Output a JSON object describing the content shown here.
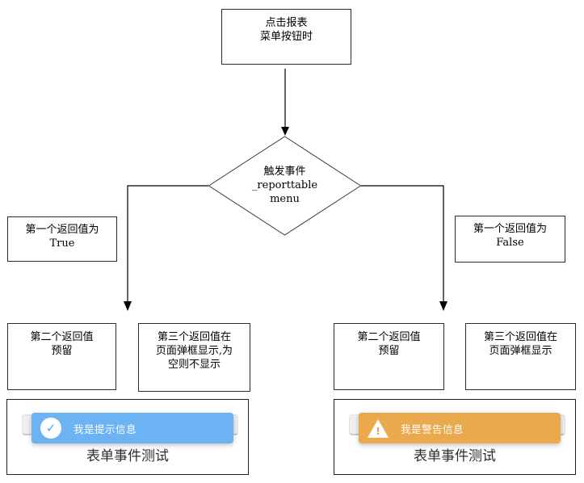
{
  "diagram": {
    "start": "点击报表\n菜单按钮时",
    "decision": "触发事件\n_reporttable\nmenu",
    "true_branch_label": "第一个返回值为\nTrue",
    "false_branch_label": "第一个返回值为\nFalse",
    "true_outputs": [
      "第二个返回值\n预留",
      "第三个返回值在\n页面弹框显示,为\n空则不显示"
    ],
    "false_outputs": [
      "第二个返回值\n预留",
      "第三个返回值在\n页面弹框显示"
    ]
  },
  "preview_info": {
    "toast_text": "我是提示信息",
    "icon": "check-circle-icon",
    "icon_glyph": "✓",
    "title": "表单事件测试",
    "toast_color": "#6cb3f3",
    "icon_color": "#4aa3f0"
  },
  "preview_warning": {
    "toast_text": "我是警告信息",
    "icon": "warning-triangle-icon",
    "icon_glyph": "!",
    "title": "表单事件测试",
    "toast_color": "#eba94e",
    "icon_color": "#e6a23c"
  },
  "colors": {
    "line": "#000000",
    "diamond_border": "#3c3c3c"
  }
}
